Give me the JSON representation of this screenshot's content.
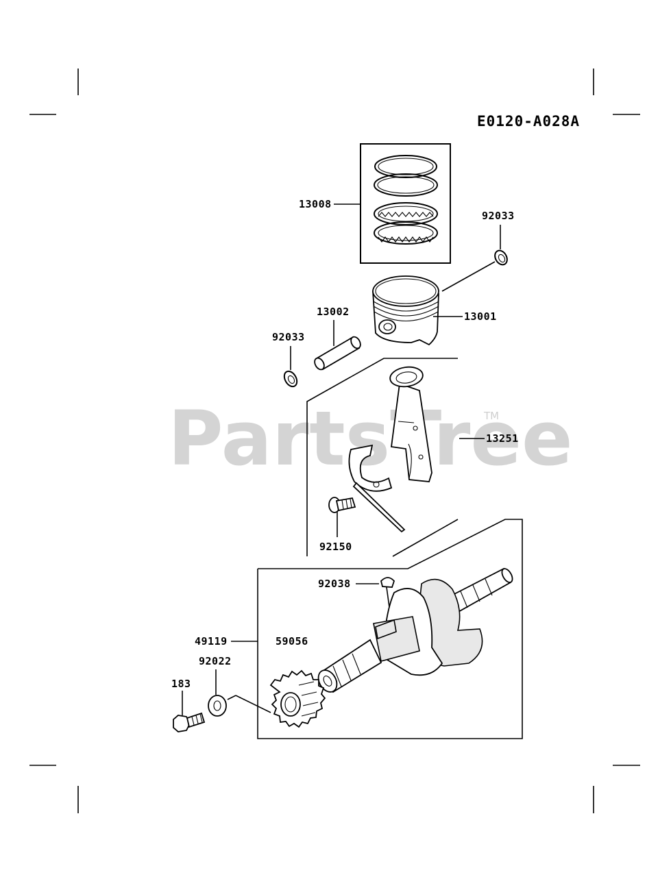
{
  "diagram_code": "E0120-A028A",
  "watermark": {
    "text": "PartsTree",
    "trademark": "TM"
  },
  "parts": [
    {
      "id": "piston-ring-set",
      "number": "13008"
    },
    {
      "id": "circlip-right",
      "number": "92033"
    },
    {
      "id": "piston",
      "number": "13001"
    },
    {
      "id": "piston-pin",
      "number": "13002"
    },
    {
      "id": "circlip-left",
      "number": "92033"
    },
    {
      "id": "connecting-rod",
      "number": "13251"
    },
    {
      "id": "rod-bolt",
      "number": "92150"
    },
    {
      "id": "crankshaft-key",
      "number": "92038"
    },
    {
      "id": "crankshaft-assy",
      "number": "49119"
    },
    {
      "id": "crankshaft",
      "number": "59056"
    },
    {
      "id": "washer",
      "number": "92022"
    },
    {
      "id": "gear-bolt",
      "number": "183"
    }
  ]
}
